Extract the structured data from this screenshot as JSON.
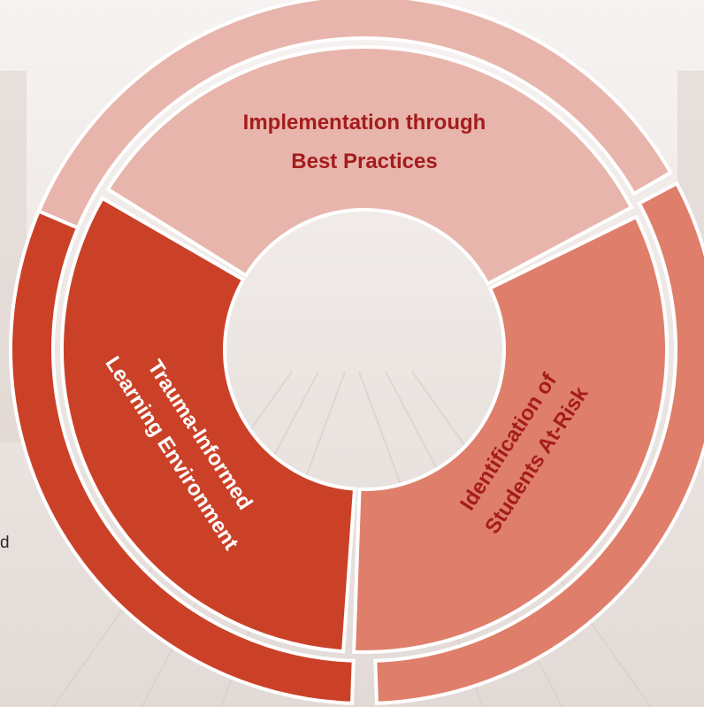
{
  "diagram": {
    "segments": [
      {
        "label_lines": [
          "Implementation through",
          "Best Practices"
        ],
        "color": "#e8b5ac",
        "label_color": "#a51c1c"
      },
      {
        "label_lines": [
          "Identification of",
          "Students At-Risk"
        ],
        "color": "#df7f6b",
        "label_color": "#a51c1c"
      },
      {
        "label_lines": [
          "Trauma-Informed",
          "Learning Environment"
        ],
        "color": "#cb4128",
        "label_color": "#ffffff"
      }
    ]
  },
  "side_text": "d",
  "colors": {
    "background": "#f2eeec",
    "ring_gap": "#ffffff"
  }
}
